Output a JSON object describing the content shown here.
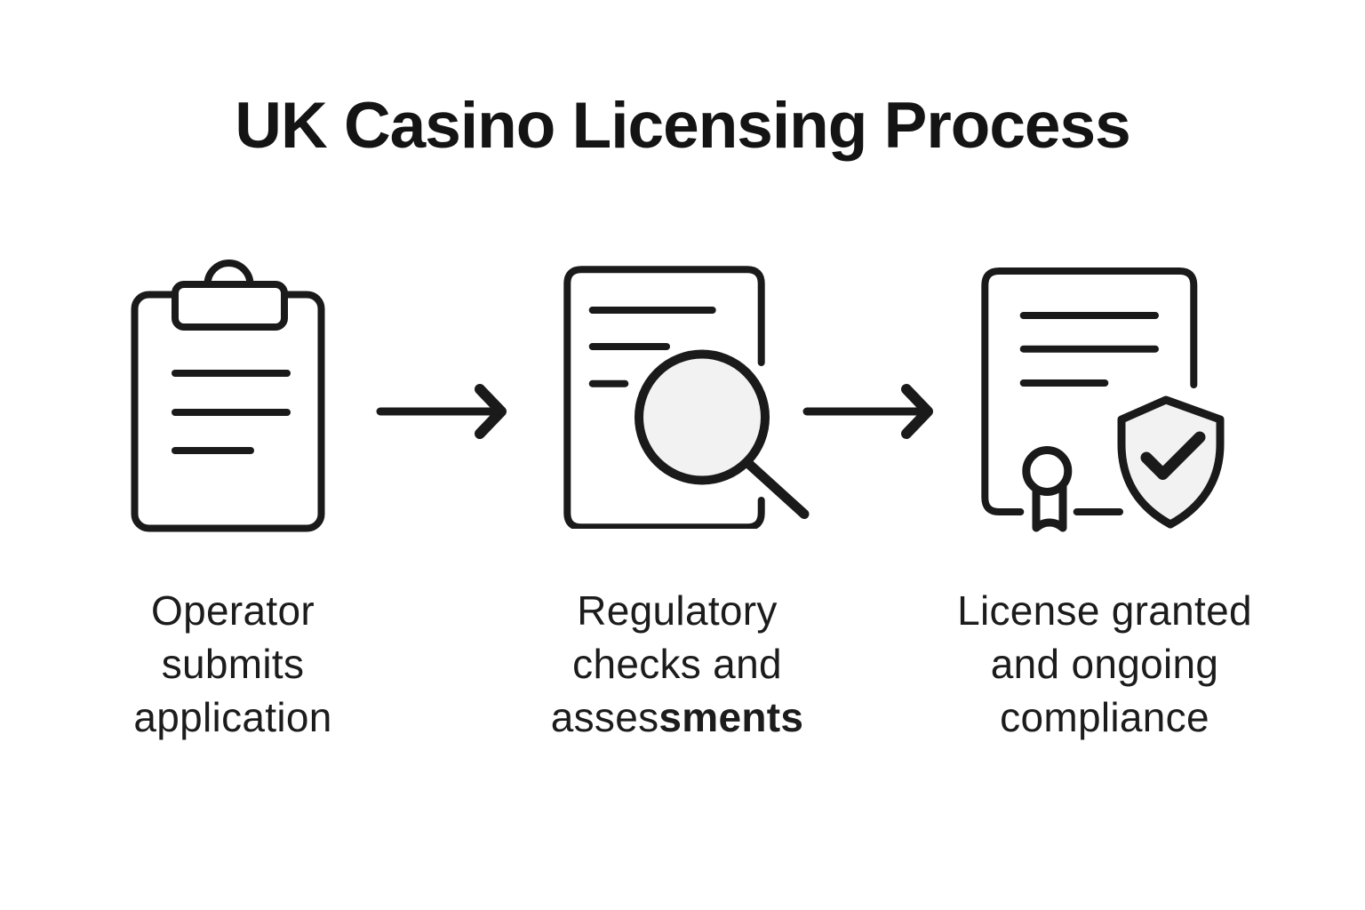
{
  "title": "UK Casino Licensing Process",
  "steps": [
    {
      "icon": "clipboard-icon",
      "caption": {
        "lines": [
          {
            "text": "Operator"
          },
          {
            "text": "submits"
          },
          {
            "text": "application"
          }
        ]
      }
    },
    {
      "icon": "document-search-icon",
      "caption": {
        "lines": [
          {
            "text": "Regulatory"
          },
          {
            "text": "checks and"
          },
          {
            "text": "asses",
            "bold_suffix": "sments"
          }
        ]
      }
    },
    {
      "icon": "certificate-shield-check-icon",
      "caption": {
        "lines": [
          {
            "text": "License granted"
          },
          {
            "text": "and ongoing"
          },
          {
            "text": "compliance"
          }
        ]
      }
    }
  ],
  "connectors": [
    {
      "icon": "arrow-right-icon",
      "direction": "right"
    },
    {
      "icon": "arrow-right-icon",
      "direction": "right"
    }
  ],
  "colors": {
    "background": "#ffffff",
    "line": "#1a1a1a",
    "text": "#1c1c1c",
    "icon_fill_light": "#f2f2f2"
  }
}
